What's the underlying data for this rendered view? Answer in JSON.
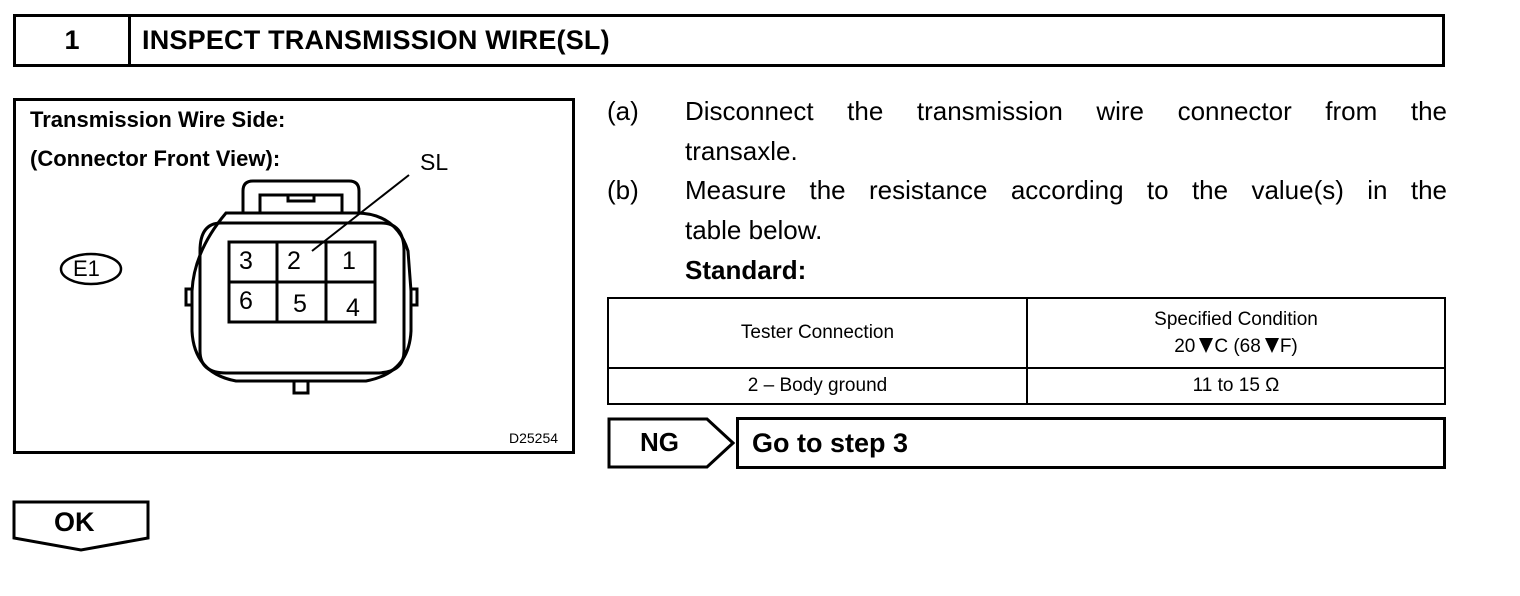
{
  "step": {
    "number": "1",
    "title": "INSPECT TRANSMISSION WIRE(SL)"
  },
  "illustration": {
    "side_label": "Transmission Wire Side:",
    "view_label": "(Connector Front View):",
    "terminal_label": "SL",
    "connector_id": "E1",
    "pins_top": [
      "3",
      "2",
      "1"
    ],
    "pins_bottom": [
      "6",
      "5",
      "4"
    ],
    "figure_code": "D25254"
  },
  "instructions": {
    "a_letter": "(a)",
    "a_line1": "Disconnect the transmission wire connector from the",
    "a_line2": "transaxle.",
    "b_letter": "(b)",
    "b_line1": "Measure the resistance according to the value(s) in the",
    "b_line2": "table below.",
    "standard_label": "Standard:"
  },
  "spec_table": {
    "col1_header": "Tester Connection",
    "col2_header_line1": "Specified Condition",
    "col2_header_c": "20",
    "col2_header_c_unit": "C (68",
    "col2_header_f_unit": "F)",
    "row1_connection": "2 – Body ground",
    "row1_condition": "11 to 15 Ω"
  },
  "ng": {
    "label": "NG",
    "action": "Go to step 3"
  },
  "ok": {
    "label": "OK"
  }
}
